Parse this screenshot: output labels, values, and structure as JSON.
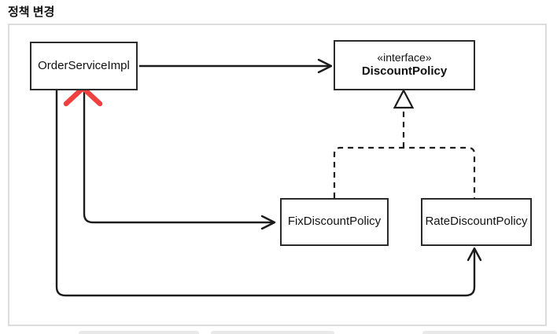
{
  "title": "정책 변경",
  "diagram": {
    "nodes": {
      "order_service": {
        "label": "OrderServiceImpl"
      },
      "discount_policy": {
        "stereotype": "«interface»",
        "label": "DiscountPolicy"
      },
      "fix_discount": {
        "label": "FixDiscountPolicy"
      },
      "rate_discount": {
        "label": "RateDiscountPolicy"
      }
    },
    "edges": [
      {
        "from": "OrderServiceImpl",
        "to": "DiscountPolicy",
        "type": "solid-open-arrow",
        "meaning": "dependency"
      },
      {
        "from": "OrderServiceImpl",
        "to": "FixDiscountPolicy",
        "type": "solid-open-arrow",
        "meaning": "dependency (crossed out with red X)"
      },
      {
        "from": "OrderServiceImpl",
        "to": "RateDiscountPolicy",
        "type": "solid-open-arrow",
        "meaning": "new dependency"
      },
      {
        "from": "FixDiscountPolicy",
        "to": "DiscountPolicy",
        "type": "dashed-hollow-triangle",
        "meaning": "realization"
      },
      {
        "from": "RateDiscountPolicy",
        "to": "DiscountPolicy",
        "type": "dashed-hollow-triangle",
        "meaning": "realization"
      }
    ],
    "annotations": [
      {
        "name": "red-cross",
        "meaning": "removed dependency marker"
      }
    ]
  },
  "colors": {
    "line": "#1c1c1c",
    "cross": "#f04141",
    "panel_border": "#dcdcdc",
    "thumb_bar": "#e9e9e9"
  }
}
